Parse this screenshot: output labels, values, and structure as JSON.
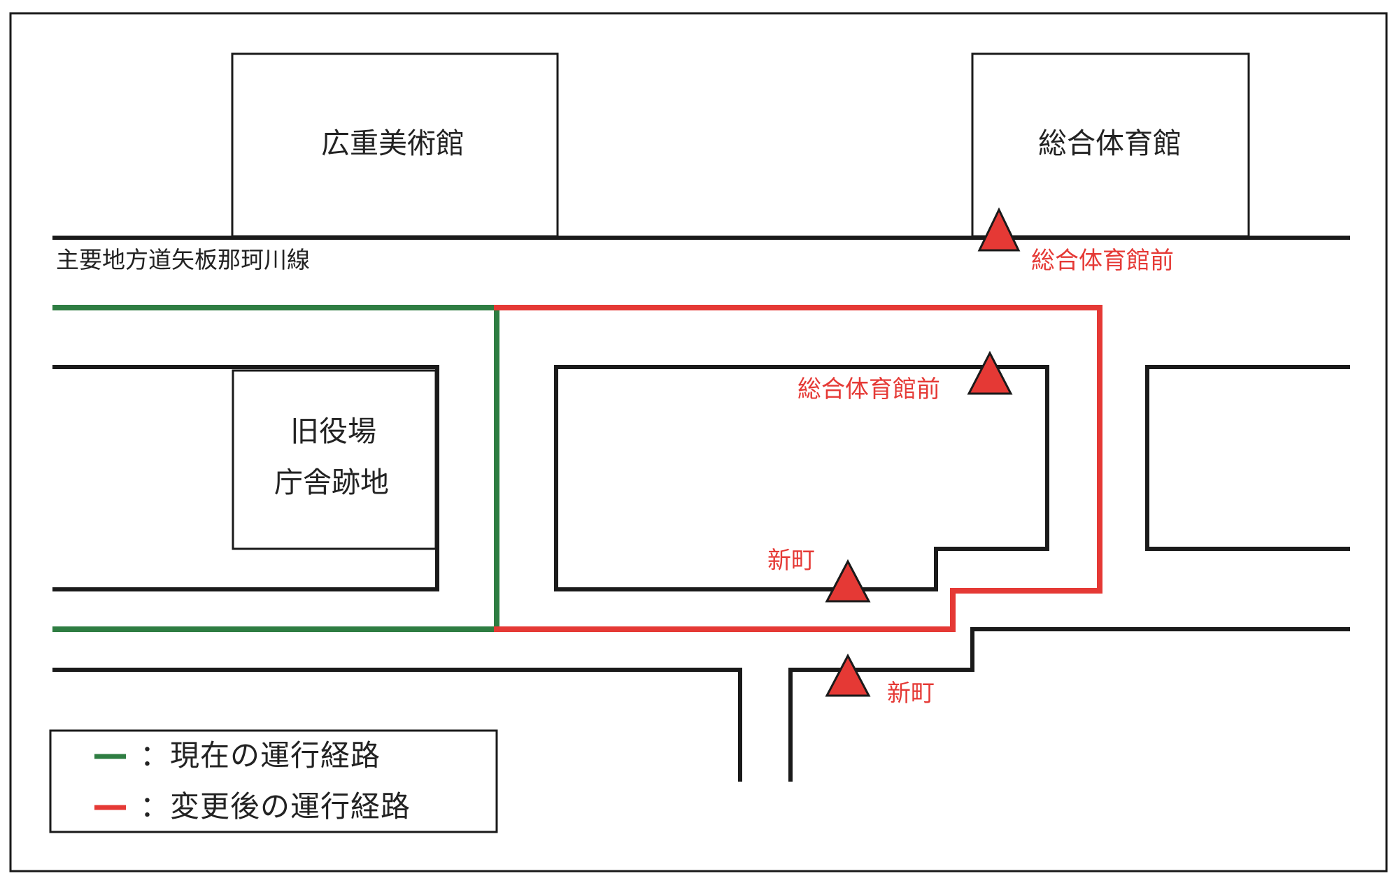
{
  "buildings": {
    "hiroshige": "広重美術館",
    "gym": "総合体育館",
    "old_office_line1": "旧役場",
    "old_office_line2": "庁舎跡地"
  },
  "road_name": "主要地方道矢板那珂川線",
  "stops": {
    "gym_front_north": "総合体育館前",
    "gym_front_new": "総合体育館前",
    "shinmachi_new": "新町",
    "shinmachi_south": "新町"
  },
  "legend": {
    "current_route": "：現在の運行経路",
    "changed_route": "：変更後の運行経路"
  },
  "colors": {
    "current_route": "#2e7d42",
    "changed_route": "#e53935",
    "stop_marker": "#e53935",
    "line": "#1a1a1a"
  },
  "icons": {
    "stop_marker": "triangle-stop-icon"
  }
}
